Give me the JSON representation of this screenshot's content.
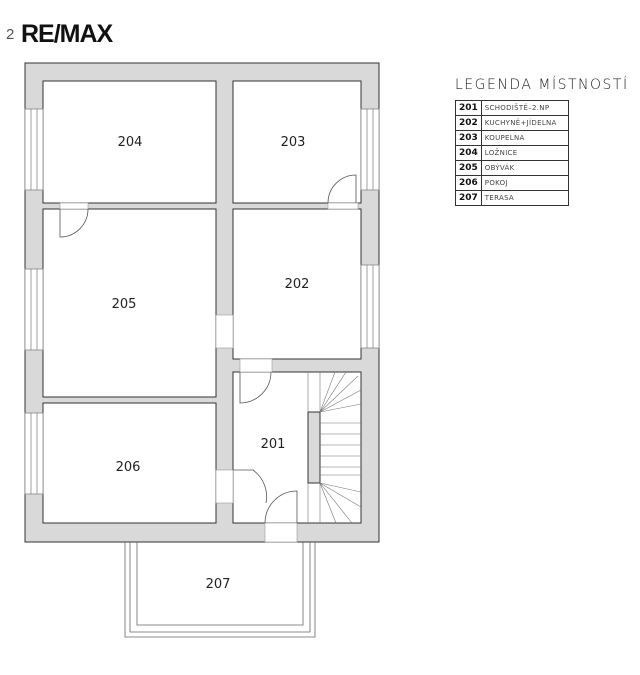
{
  "logo": {
    "text": "RE/MAX",
    "prefix_digit": "2"
  },
  "legend": {
    "title": "LEGENDA MÍSTNOSTÍ",
    "rows": [
      {
        "number": "201",
        "name": "SCHODIŠTĚ–2.NP"
      },
      {
        "number": "202",
        "name": "KUCHYNĚ+JÍDELNA"
      },
      {
        "number": "203",
        "name": "KOUPELNA"
      },
      {
        "number": "204",
        "name": "LOŽNICE"
      },
      {
        "number": "205",
        "name": "OBÝVÁK"
      },
      {
        "number": "206",
        "name": "POKOJ"
      },
      {
        "number": "207",
        "name": "TERASA"
      }
    ]
  },
  "rooms": {
    "r201": "201",
    "r202": "202",
    "r203": "203",
    "r204": "204",
    "r205": "205",
    "r206": "206",
    "r207": "207"
  },
  "colors": {
    "wall": "#d9d9d9",
    "line": "#333333"
  }
}
